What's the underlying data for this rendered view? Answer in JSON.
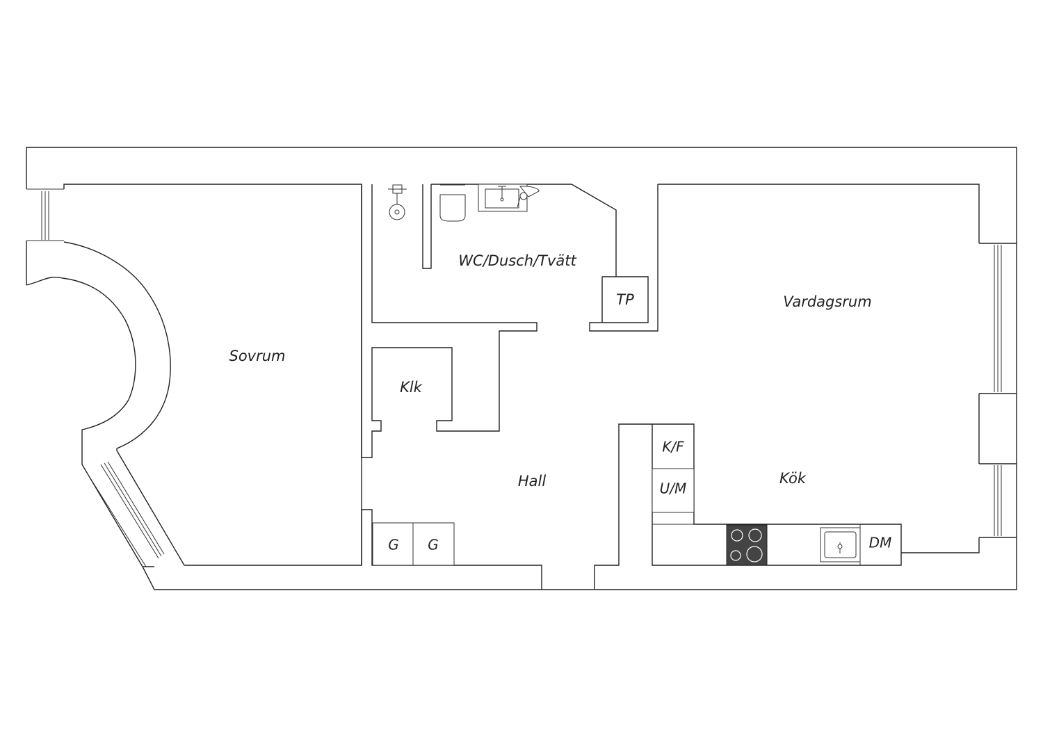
{
  "rooms": {
    "sovrum": "Sovrum",
    "wc": "WC/Dusch/Tvätt",
    "tp": "TP",
    "vardagsrum": "Vardagsrum",
    "klk": "Klk",
    "hall": "Hall",
    "kok": "Kök",
    "kf": "K/F",
    "um": "U/M",
    "g1": "G",
    "g2": "G",
    "dm": "DM"
  },
  "colors": {
    "wall": "#222222",
    "stove": "#444444"
  }
}
